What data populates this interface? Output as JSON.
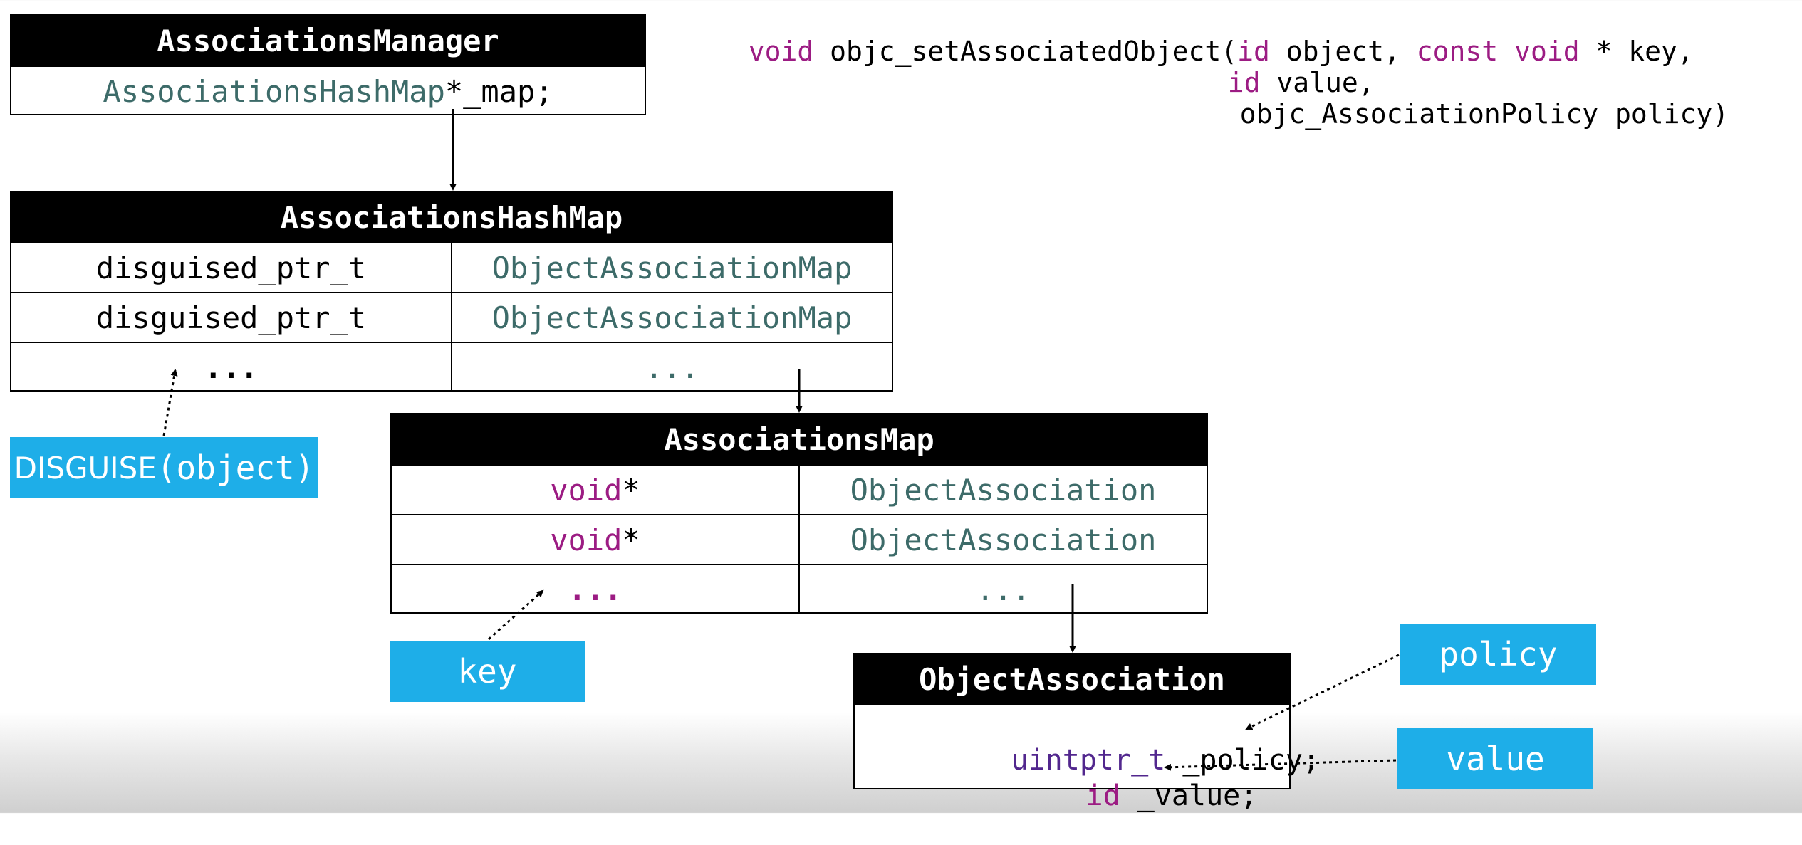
{
  "signature": {
    "line1_void": "void",
    "line1_name": " objc_setAssociatedObject(",
    "line1_id": "id",
    "line1_object": " object, ",
    "line1_const": "const",
    "line1_space": " ",
    "line1_void2": "void",
    "line1_key": " * key,",
    "line2_id": "id",
    "line2_value": " value,",
    "line3": "objc_AssociationPolicy policy)"
  },
  "manager": {
    "title": "AssociationsManager",
    "field_type": "AssociationsHashMap",
    "field_name": " *_map;"
  },
  "hashmap": {
    "title": "AssociationsHashMap",
    "rows": [
      {
        "key": "disguised_ptr_t",
        "value": "ObjectAssociationMap"
      },
      {
        "key": "disguised_ptr_t",
        "value": "ObjectAssociationMap"
      },
      {
        "key": "...",
        "value": "..."
      }
    ]
  },
  "assocmap": {
    "title": "AssociationsMap",
    "rows": [
      {
        "key_type": "void",
        "key_ptr": " *",
        "value": "ObjectAssociation"
      },
      {
        "key_type": "void",
        "key_ptr": " *",
        "value": "ObjectAssociation"
      },
      {
        "key_ellipsis": "...",
        "value": "..."
      }
    ]
  },
  "objassoc": {
    "title": "ObjectAssociation",
    "policy_type": "uintptr_t",
    "policy_name": " _policy;",
    "value_type": "id",
    "value_name": " _value;"
  },
  "callouts": {
    "disguise_word": "DISGUISE",
    "disguise_arg": "(object)",
    "key": "key",
    "policy": "policy",
    "value": "value"
  },
  "colors": {
    "header_bg": "#000000",
    "type_teal": "#3d6b69",
    "keyword_purple": "#9c1c83",
    "type_dark_purple": "#52278e",
    "callout_blue": "#1eaee8"
  }
}
